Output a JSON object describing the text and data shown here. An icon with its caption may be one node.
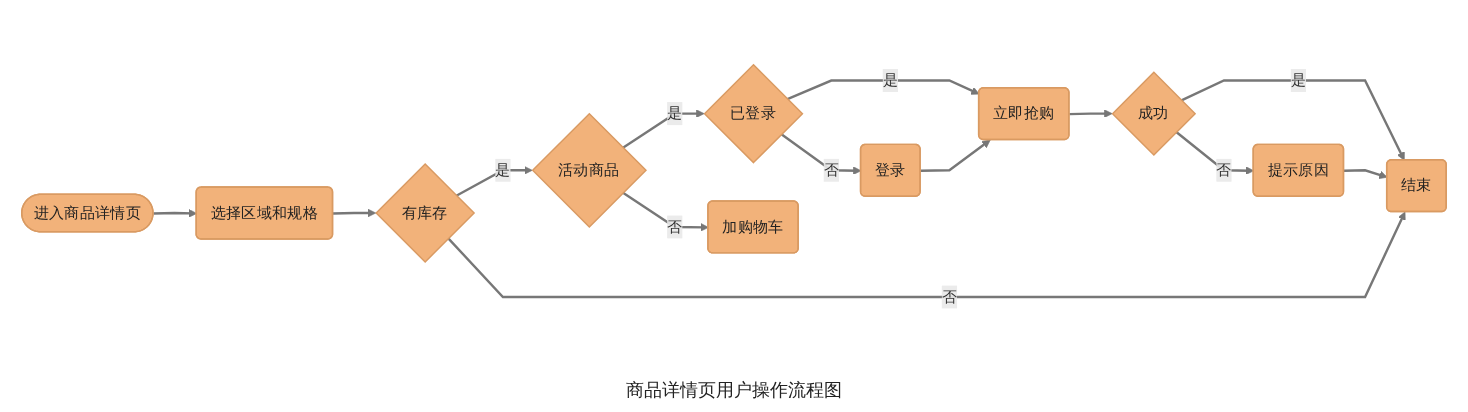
{
  "diagram": {
    "caption": "商品详情页用户操作流程图",
    "nodes": [
      {
        "text": [
          "进入商品详情页"
        ]
      },
      {
        "text": [
          "选择区域和规格"
        ]
      },
      {
        "text": [
          "有库存"
        ]
      },
      {
        "text": [
          "活动商品"
        ]
      },
      {
        "text": [
          "已登录"
        ]
      },
      {
        "text": [
          "立即抢购"
        ]
      },
      {
        "text": [
          "成功"
        ]
      },
      {
        "text": [
          "结束"
        ]
      },
      {
        "text": [
          "加购物车"
        ]
      },
      {
        "text": [
          "登录"
        ]
      },
      {
        "text": [
          "提示原因"
        ]
      }
    ],
    "edges": [
      {
        "from": 0,
        "to": 1,
        "arrow": "to"
      },
      {
        "from": 1,
        "to": 2,
        "arrow": "to"
      },
      {
        "from": 2,
        "to": 3,
        "label": "是",
        "arrow": "to"
      },
      {
        "from": 3,
        "to": 4,
        "label": "是",
        "arrow": "to"
      },
      {
        "from": 4,
        "to": 5,
        "label": "是",
        "arrow": "to"
      },
      {
        "from": 5,
        "to": 6,
        "arrow": "to"
      },
      {
        "from": 6,
        "to": 7,
        "label": "是",
        "arrow": "to"
      },
      {
        "from": 2,
        "to": 7,
        "label": "否",
        "arrow": "to"
      },
      {
        "from": 3,
        "to": 8,
        "label": "否",
        "arrow": "to"
      },
      {
        "from": 4,
        "to": 9,
        "label": "否",
        "arrow": "to"
      },
      {
        "from": 9,
        "to": 5,
        "arrow": "to"
      },
      {
        "from": 6,
        "to": 10,
        "label": "否",
        "arrow": "to"
      },
      {
        "from": 10,
        "to": 7,
        "arrow": "to"
      }
    ]
  }
}
